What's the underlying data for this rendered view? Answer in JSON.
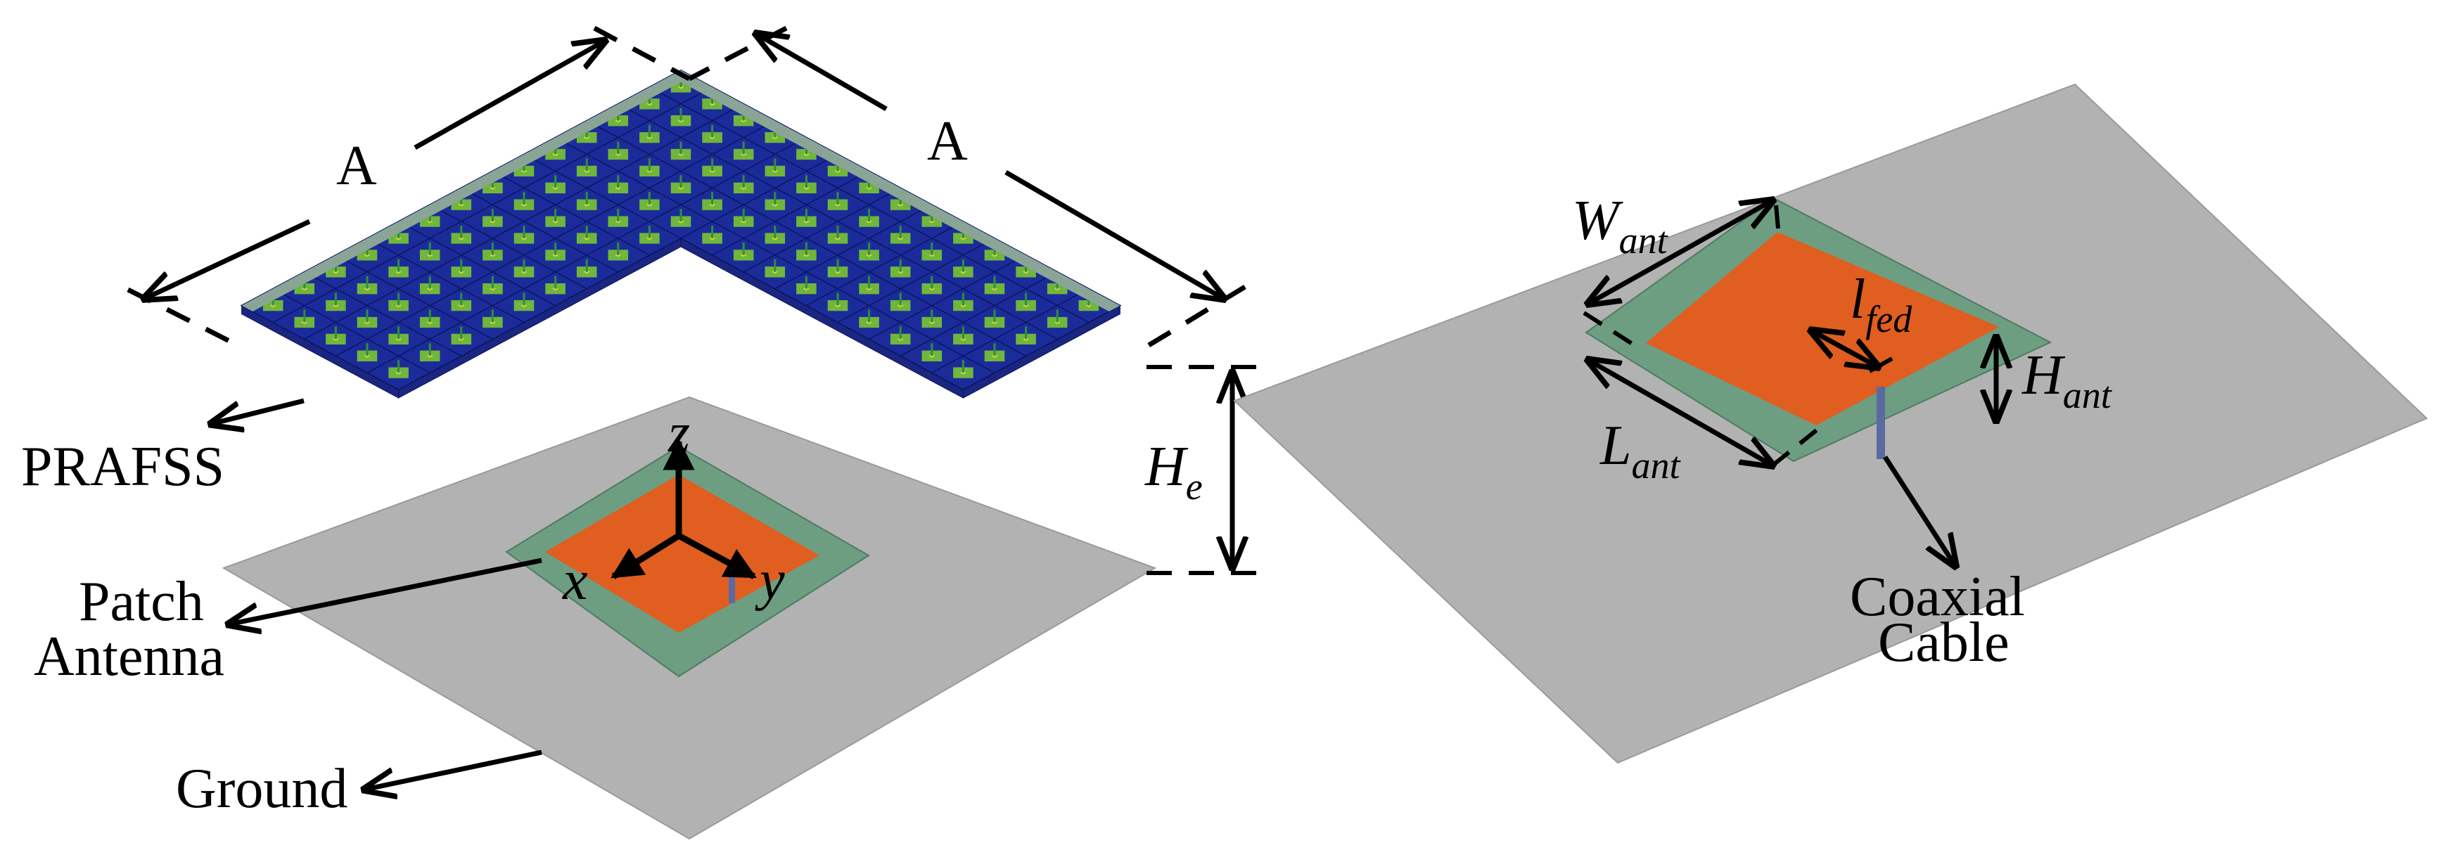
{
  "colors": {
    "ground": "#b2b2b2",
    "substrate": "#6d9e82",
    "patch": "#e05e1f",
    "fss_cell": "#1b2c9a",
    "fss_inner": "#6fb63c",
    "fss_pad": "#e8d240",
    "fss_frame": "#8aa596",
    "probe": "#5a6aa0",
    "arrow": "#000000"
  },
  "left": {
    "dim_a_left": "A",
    "dim_a_right": "A",
    "height_label": {
      "main": "H",
      "sub": "e"
    },
    "prafss_label": "PRAFSS",
    "patch_label_1": "Patch",
    "patch_label_2": "Antenna",
    "ground_label": "Ground",
    "axis_z": "z",
    "axis_x": "x",
    "axis_y": "y"
  },
  "right": {
    "w_label": {
      "main": "W",
      "sub": "ant"
    },
    "l_label": {
      "main": "L",
      "sub": "ant"
    },
    "h_label": {
      "main": "H",
      "sub": "ant"
    },
    "lfed_label": {
      "main": "l",
      "sub": "fed"
    },
    "coax_label_1": "Coaxial",
    "coax_label_2": "Cable"
  }
}
